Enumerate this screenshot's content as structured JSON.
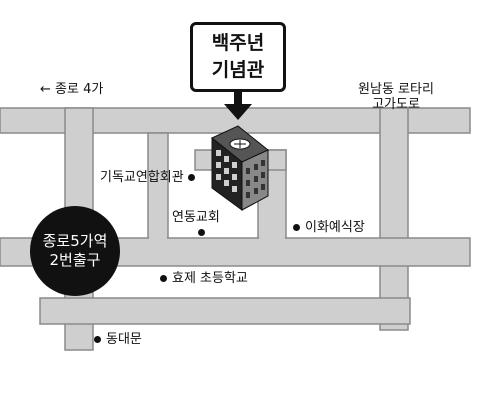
{
  "building": {
    "name_line1": "백주년",
    "name_line2": "기념관"
  },
  "station": {
    "line1": "종로5가역",
    "line2": "2번출구"
  },
  "labels": {
    "jongno4ga": "← 종로 4가",
    "wonnamdong_line1": "원남동 로타리",
    "wonnamdong_line2": "고가도로",
    "christian_hall": "기독교연합회관",
    "yeondong_church": "연동교회",
    "ewha_hall": "이화예식장",
    "hyoje_school": "효제 초등학교",
    "dongdaemun": "동대문"
  },
  "colors": {
    "road": "#cfcfcf",
    "road_edge": "#8a8a8a",
    "ink": "#111111"
  }
}
